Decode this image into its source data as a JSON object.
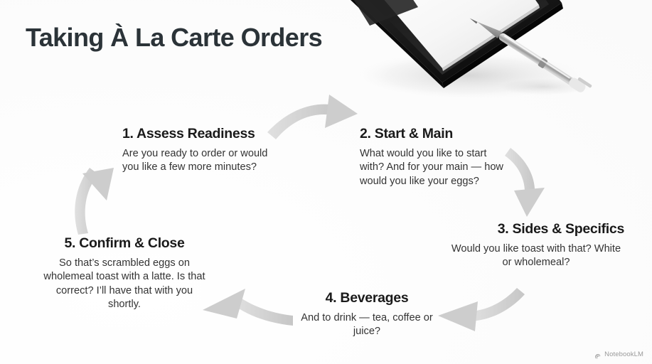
{
  "title": "Taking À La Carte Orders",
  "background_color": "#fdfdfd",
  "title_color": "#2b3338",
  "heading_color": "#1a1a1a",
  "body_color": "#333333",
  "arrow_color": "#cfcfcf",
  "steps": [
    {
      "heading": "1. Assess Readiness",
      "body": "Are you ready to order or would you like a few more minutes?"
    },
    {
      "heading": "2. Start & Main",
      "body": "What would you like to start with? And for your main — how would you like your eggs?"
    },
    {
      "heading": "3. Sides & Specifics",
      "body": "Would you like toast with that? White or wholemeal?"
    },
    {
      "heading": "4. Beverages",
      "body": "And to drink — tea, coffee or juice?"
    },
    {
      "heading": "5. Confirm & Close",
      "body": "So that’s scrambled eggs on wholemeal toast with a latte. Is that correct? I’ll have that with you shortly."
    }
  ],
  "photo": {
    "description": "black leather notepad with white paper pad and silver ballpoint pen"
  },
  "watermark": {
    "label": "NotebookLM",
    "icon": "notebooklm-spiral-icon"
  }
}
